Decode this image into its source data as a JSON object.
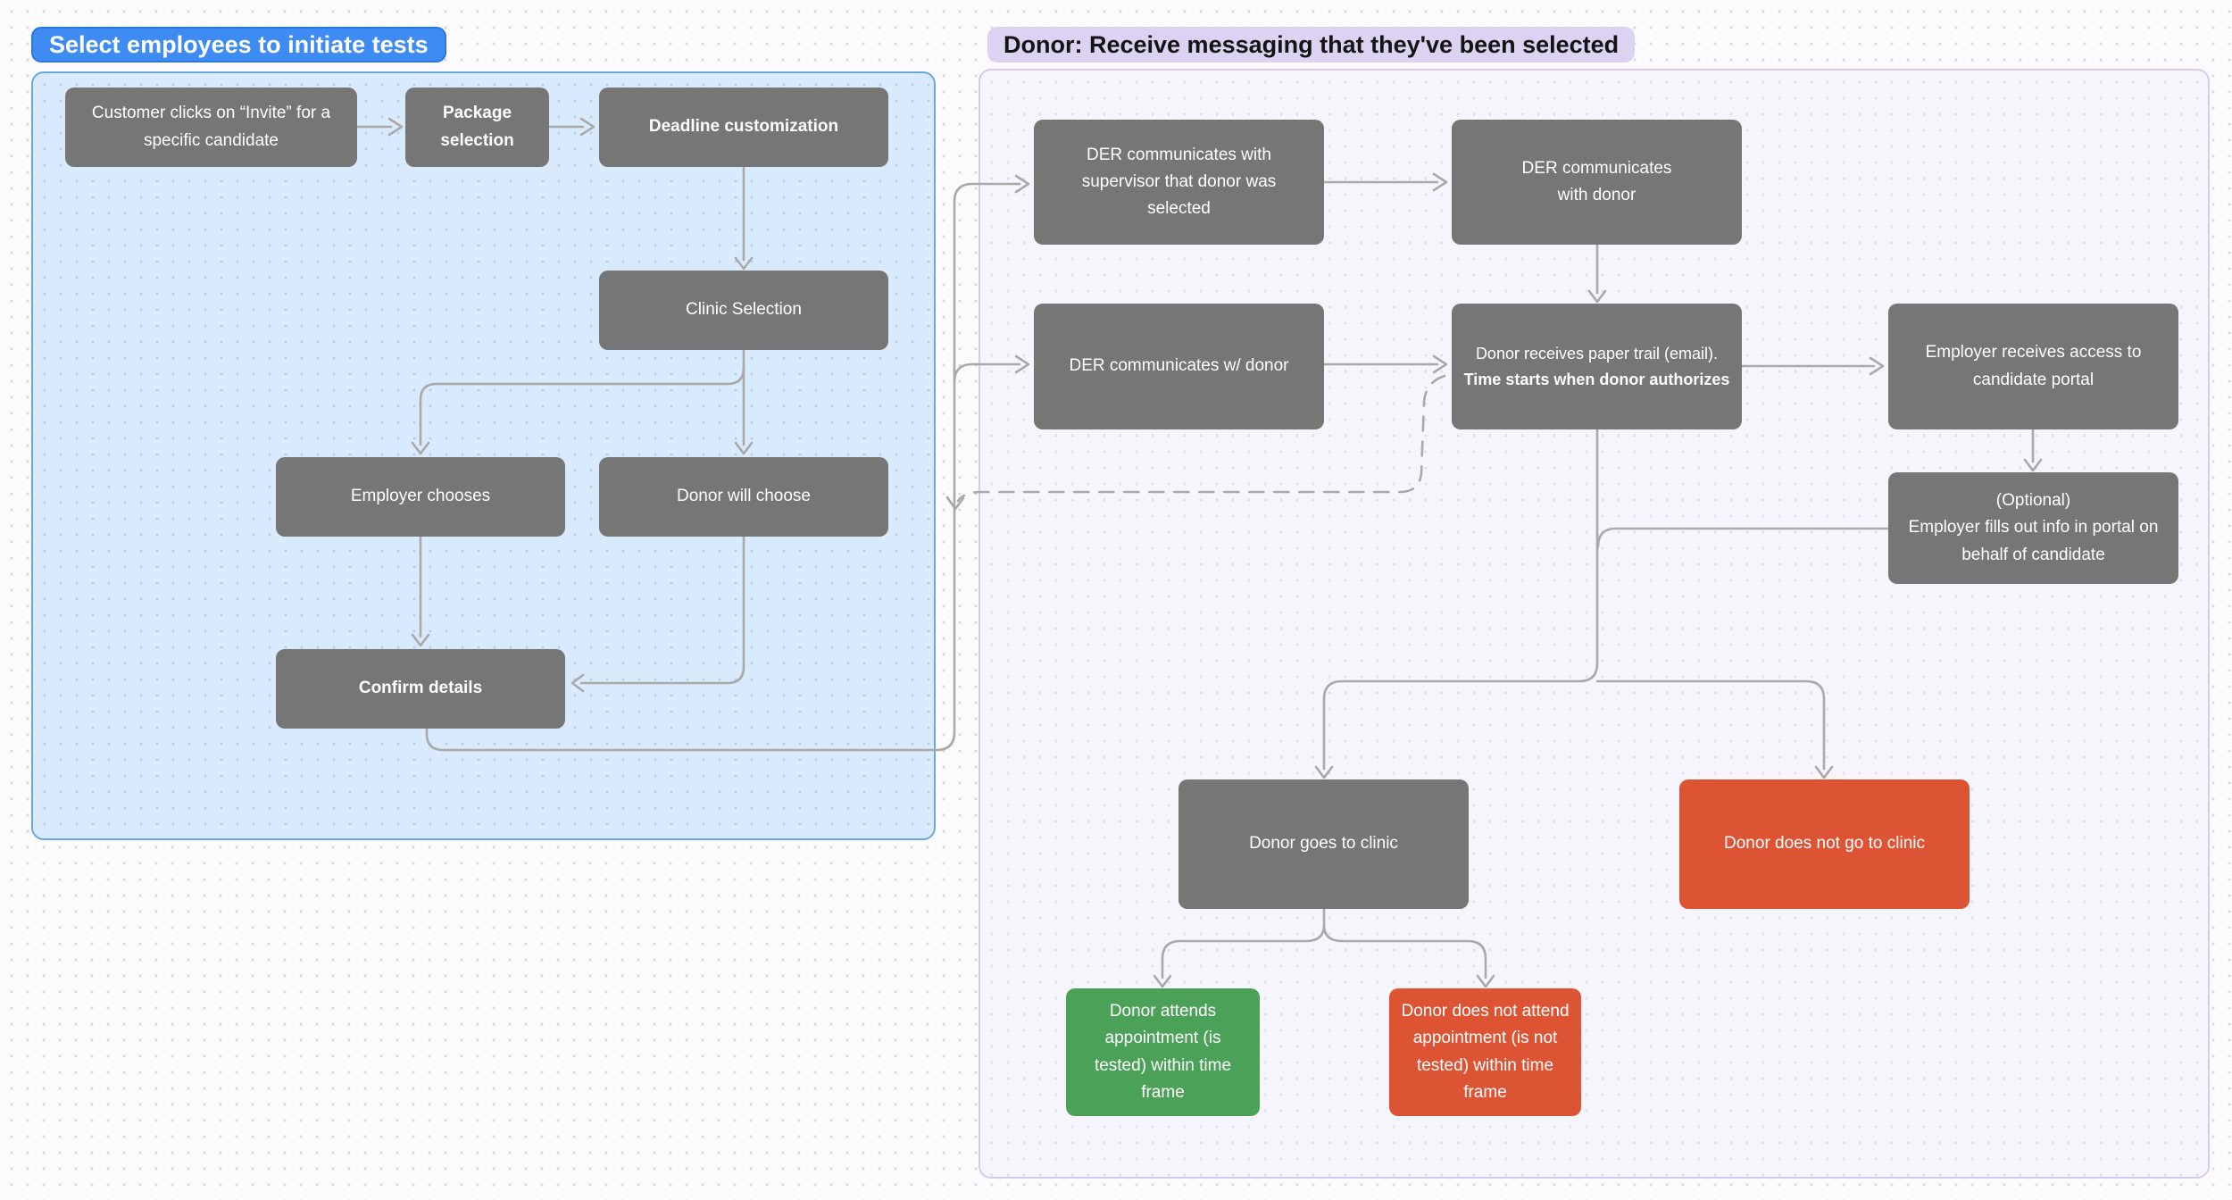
{
  "sections": {
    "left": {
      "label": "Select employees to initiate tests"
    },
    "right": {
      "label": "Donor: Receive messaging that they've been selected"
    }
  },
  "nodes": {
    "customer_clicks": {
      "text": "Customer clicks on “Invite” for a specific candidate"
    },
    "package_selection": {
      "text": "Package selection"
    },
    "deadline_customization": {
      "text": "Deadline customization"
    },
    "clinic_selection": {
      "text": "Clinic Selection"
    },
    "employer_chooses": {
      "text": "Employer chooses"
    },
    "donor_will_choose": {
      "text": "Donor will choose"
    },
    "confirm_details": {
      "text": "Confirm details"
    },
    "der_supervisor": {
      "text": "DER communicates with supervisor that donor was selected"
    },
    "der_donor": {
      "text": "DER communicates with donor"
    },
    "der_w_donor": {
      "text": "DER communicates w/ donor"
    },
    "paper_trail": {
      "text": "Donor receives paper trail (email).",
      "bold_text": "Time starts when donor authorizes"
    },
    "employer_access": {
      "text": "Employer receives access to candidate portal"
    },
    "optional_fill": {
      "text": "(Optional)",
      "text2": "Employer fills out info in portal on behalf of candidate"
    },
    "goes_clinic": {
      "text": "Donor goes to clinic"
    },
    "not_go_clinic": {
      "text": "Donor does not go to clinic"
    },
    "attends": {
      "text": "Donor attends appointment (is tested) within time frame"
    },
    "not_attend": {
      "text": "Donor does not attend appointment (is not tested) within time frame"
    }
  },
  "colors": {
    "node_gray": "#767676",
    "node_green": "#4ba158",
    "node_red": "#dc5434",
    "label_blue_bg": "#3e8bf3",
    "label_blue_border": "#2b76e0",
    "section_blue_bg": "#d9eafc",
    "section_blue_border": "#67a7ea",
    "label_purple_bg": "#dcd2f2",
    "section_purple_bg": "#f7f5fc",
    "section_purple_border": "#d9c9ef",
    "connector": "#a9a9a9",
    "canvas_bg": "#fbfbfd",
    "canvas_dot": "#d8d8df"
  }
}
